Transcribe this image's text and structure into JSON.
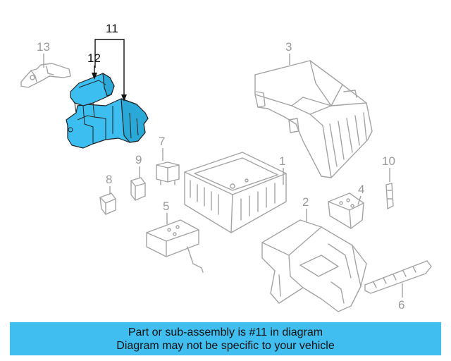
{
  "callouts": {
    "c1": "1",
    "c2": "2",
    "c3": "3",
    "c4": "4",
    "c5": "5",
    "c6": "6",
    "c7": "7",
    "c8": "8",
    "c9": "9",
    "c10": "10",
    "c11": "11",
    "c12": "12",
    "c13": "13"
  },
  "highlighted_part": "11",
  "colors": {
    "highlight": "#3cbff0",
    "footer": "#40bef0",
    "part_outline": "#a3a3a3",
    "callout_active": "#111111"
  },
  "footer": {
    "line1": "Part or sub-assembly is #11 in diagram",
    "line2": "Diagram may not be specific to your vehicle"
  }
}
